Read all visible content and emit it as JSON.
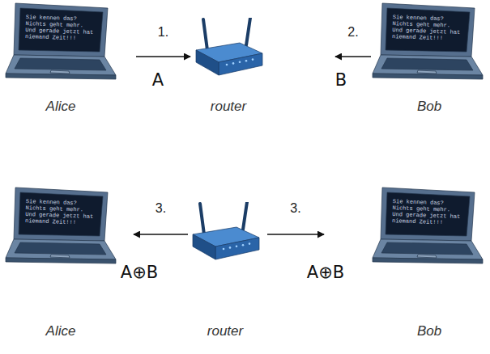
{
  "diagram": {
    "nodes": [
      {
        "text": [
          "Sie kennen das? Nichts geht mehr. Und gerade jetzt hat niemand Zeit!!!",
          "Alice"
        ]
      },
      {
        "text": [
          "router"
        ]
      },
      {
        "text": [
          "Sie kennen das? Nichts geht mehr. Und gerade jetzt hat niemand Zeit!!!",
          "Bob"
        ]
      },
      {
        "text": [
          "Sie kennen das? Nichts geht mehr. Und gerade jetzt hat niemand Zeit!!!",
          "Alice"
        ]
      },
      {
        "text": [
          "router"
        ]
      },
      {
        "text": [
          "Sie kennen das? Nichts geht mehr. Und gerade jetzt hat niemand Zeit!!!",
          "Bob"
        ]
      }
    ],
    "edges": [
      {
        "from": 0,
        "to": 1,
        "arrow": "to",
        "label": "1."
      },
      {
        "from": 2,
        "to": 1,
        "arrow": "to",
        "label": "2."
      },
      {
        "from": 4,
        "to": 3,
        "arrow": "to",
        "label": "3."
      },
      {
        "from": 4,
        "to": 5,
        "arrow": "to",
        "label": "3."
      }
    ],
    "labels": [
      "A",
      "B",
      "A⊕B",
      "A⊕B"
    ]
  }
}
